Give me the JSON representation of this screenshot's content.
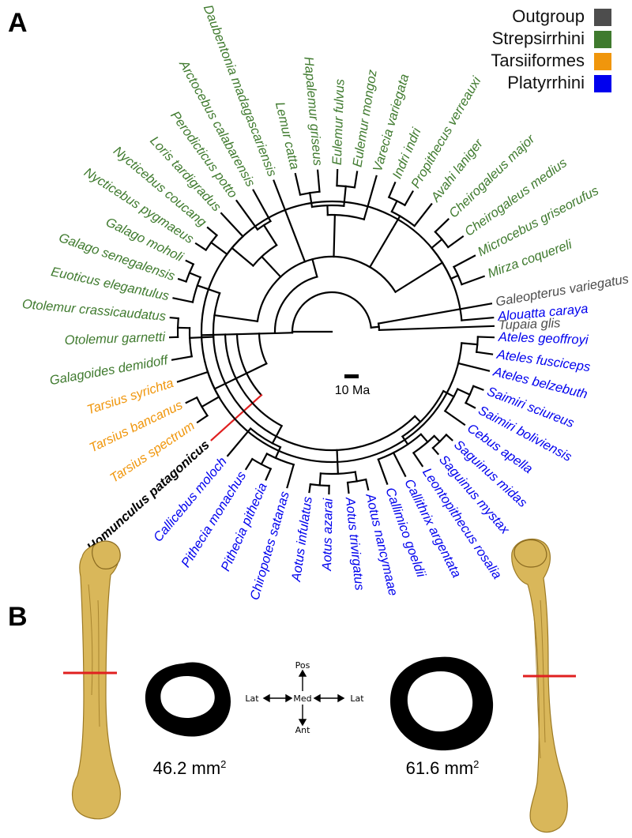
{
  "panel_labels": {
    "a": "A",
    "b": "B"
  },
  "legend": [
    {
      "label": "Outgroup",
      "color": "#4d4d4d"
    },
    {
      "label": "Strepsirrhini",
      "color": "#3f7a2e"
    },
    {
      "label": "Tarsiiformes",
      "color": "#f0960c"
    },
    {
      "label": "Platyrrhini",
      "color": "#0000ee"
    }
  ],
  "highlight_color": "#e02020",
  "tree": {
    "scale_label": "10 Ma",
    "taxa": [
      {
        "name": "Galeopterus variegatus",
        "group": "Outgroup",
        "angle": 10
      },
      {
        "name": "Tupaia glis",
        "group": "Outgroup",
        "angle": 2
      },
      {
        "name": "Mirza coquereli",
        "group": "Strepsirrhini",
        "angle": 20
      },
      {
        "name": "Microcebus griseorufus",
        "group": "Strepsirrhini",
        "angle": 28
      },
      {
        "name": "Cheirogaleus medius",
        "group": "Strepsirrhini",
        "angle": 36
      },
      {
        "name": "Cheirogaleus major",
        "group": "Strepsirrhini",
        "angle": 44
      },
      {
        "name": "Avahi laniger",
        "group": "Strepsirrhini",
        "angle": 52
      },
      {
        "name": "Propithecus verreauxi",
        "group": "Strepsirrhini",
        "angle": 60
      },
      {
        "name": "Indri indri",
        "group": "Strepsirrhini",
        "angle": 67
      },
      {
        "name": "Varecia variegata",
        "group": "Strepsirrhini",
        "angle": 74
      },
      {
        "name": "Eulemur mongoz",
        "group": "Strepsirrhini",
        "angle": 81
      },
      {
        "name": "Eulemur fulvus",
        "group": "Strepsirrhini",
        "angle": 88
      },
      {
        "name": "Hapalemur griseus",
        "group": "Strepsirrhini",
        "angle": 95
      },
      {
        "name": "Lemur catta",
        "group": "Strepsirrhini",
        "angle": 103
      },
      {
        "name": "Daubentonia madagascariensis",
        "group": "Strepsirrhini",
        "angle": 111
      },
      {
        "name": "Arctocebus calabarensis",
        "group": "Strepsirrhini",
        "angle": 119
      },
      {
        "name": "Perodicticus potto",
        "group": "Strepsirrhini",
        "angle": 126
      },
      {
        "name": "Loris tardigradus",
        "group": "Strepsirrhini",
        "angle": 133
      },
      {
        "name": "Nycticebus coucang",
        "group": "Strepsirrhini",
        "angle": 140
      },
      {
        "name": "Nycticebus pygmaeus",
        "group": "Strepsirrhini",
        "angle": 147
      },
      {
        "name": "Galago moholi",
        "group": "Strepsirrhini",
        "angle": 154
      },
      {
        "name": "Galago senegalensis",
        "group": "Strepsirrhini",
        "angle": 161
      },
      {
        "name": "Euoticus elegantulus",
        "group": "Strepsirrhini",
        "angle": 168
      },
      {
        "name": "Otolemur crassicaudatus",
        "group": "Strepsirrhini",
        "angle": 175
      },
      {
        "name": "Otolemur garnetti",
        "group": "Strepsirrhini",
        "angle": 182
      },
      {
        "name": "Galagoides demidoff",
        "group": "Strepsirrhini",
        "angle": 190
      },
      {
        "name": "Tarsius syrichta",
        "group": "Tarsiiformes",
        "angle": 198
      },
      {
        "name": "Tarsius bancanus",
        "group": "Tarsiiformes",
        "angle": 206
      },
      {
        "name": "Tarsius spectrum",
        "group": "Tarsiiformes",
        "angle": 214
      },
      {
        "name": "Homunculus patagonicus",
        "group": "Fossil",
        "angle": 222
      },
      {
        "name": "Callicebus moloch",
        "group": "Platyrrhini",
        "angle": 230
      },
      {
        "name": "Pithecia monachus",
        "group": "Platyrrhini",
        "angle": 238
      },
      {
        "name": "Pithecia pithecia",
        "group": "Platyrrhini",
        "angle": 246
      },
      {
        "name": "Chiropotes satanas",
        "group": "Platyrrhini",
        "angle": 254
      },
      {
        "name": "Aotus infulatus",
        "group": "Platyrrhini",
        "angle": 262
      },
      {
        "name": "Aotus azarai",
        "group": "Platyrrhini",
        "angle": 269
      },
      {
        "name": "Aotus trivirgatus",
        "group": "Platyrrhini",
        "angle": 276
      },
      {
        "name": "Aotus nancymaae",
        "group": "Platyrrhini",
        "angle": 283
      },
      {
        "name": "Callimico goeldii",
        "group": "Platyrrhini",
        "angle": 290
      },
      {
        "name": "Callithrix argentata",
        "group": "Platyrrhini",
        "angle": 297
      },
      {
        "name": "Leontopithecus rosalia",
        "group": "Platyrrhini",
        "angle": 304
      },
      {
        "name": "Saguinus mystax",
        "group": "Platyrrhini",
        "angle": 311
      },
      {
        "name": "Saguinus midas",
        "group": "Platyrrhini",
        "angle": 318
      },
      {
        "name": "Cebus apella",
        "group": "Platyrrhini",
        "angle": 325
      },
      {
        "name": "Saimiri boliviensis",
        "group": "Platyrrhini",
        "angle": 332
      },
      {
        "name": "Saimiri sciureus",
        "group": "Platyrrhini",
        "angle": 339
      },
      {
        "name": "Ateles belzebuth",
        "group": "Platyrrhini",
        "angle": 346
      },
      {
        "name": "Ateles fusciceps",
        "group": "Platyrrhini",
        "angle": 352
      },
      {
        "name": "Ateles geoffroyi",
        "group": "Platyrrhini",
        "angle": 358
      },
      {
        "name": "Alouatta caraya",
        "group": "Platyrrhini",
        "angle": 5
      }
    ]
  },
  "panel_b": {
    "orientation": {
      "top": "Pos",
      "center": "Med",
      "bottom": "Ant",
      "left": "Lat",
      "right": "Lat"
    },
    "left_area": {
      "value": "46.2 mm",
      "superscript": "2"
    },
    "right_area": {
      "value": "61.6 mm",
      "superscript": "2"
    },
    "bone_color": "#d9b75a",
    "section_line_color": "#e02020"
  }
}
